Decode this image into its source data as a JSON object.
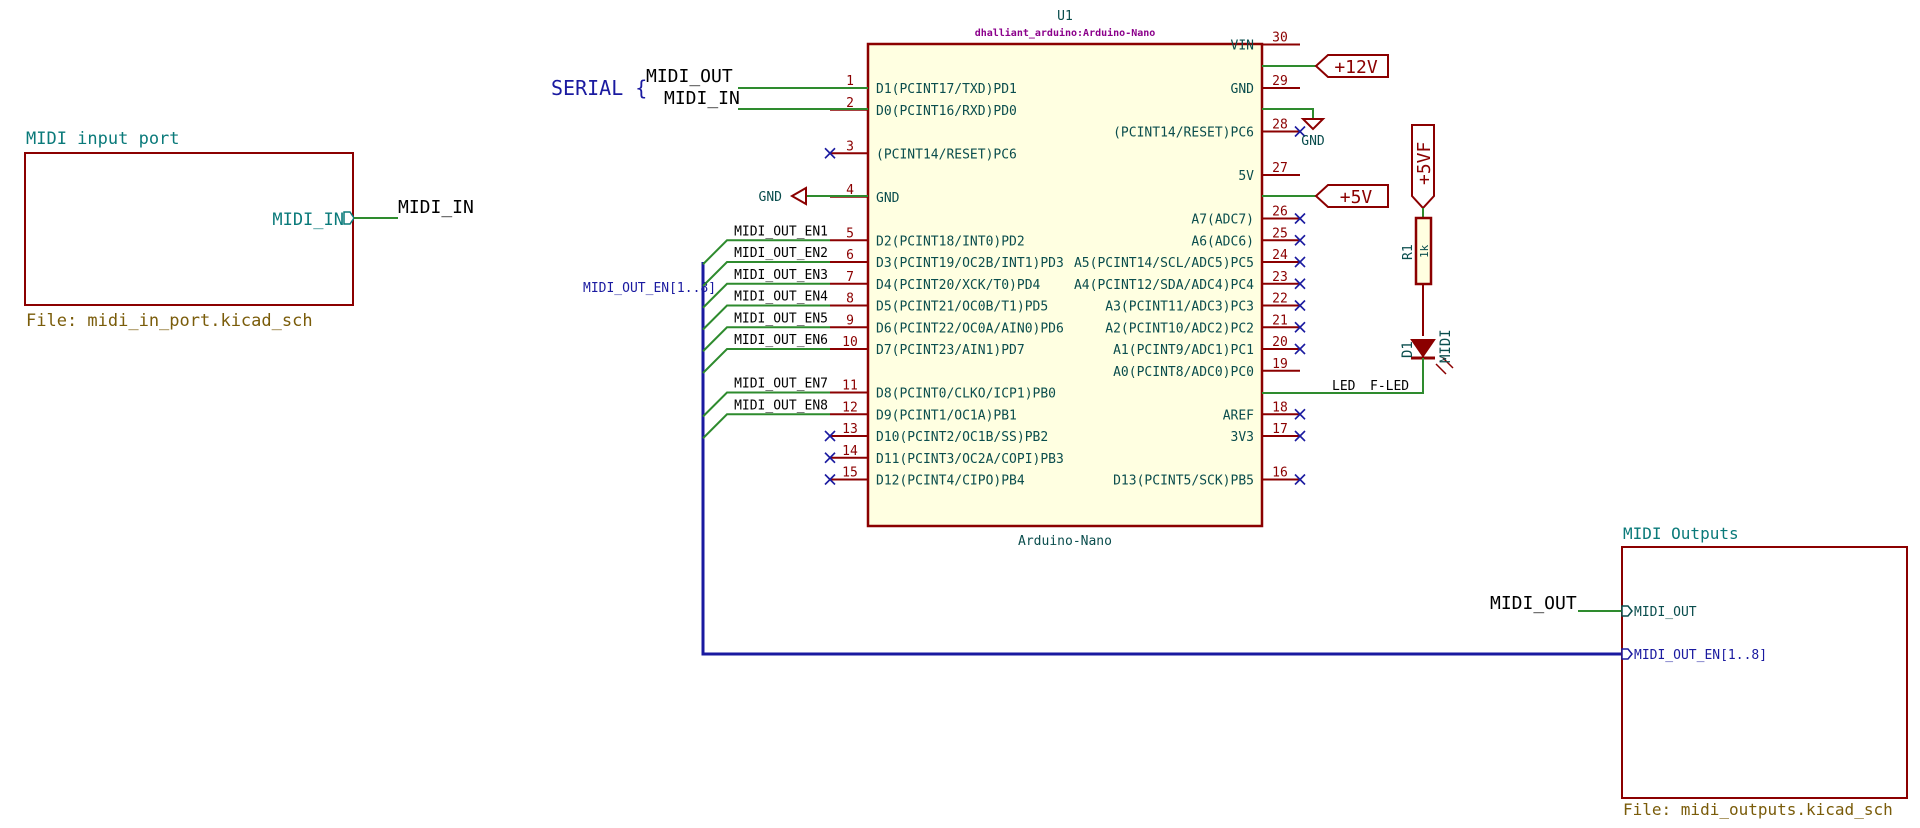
{
  "mcu": {
    "ref": "U1",
    "lib": "dhalliant_arduino:Arduino-Nano",
    "value": "Arduino-Nano",
    "left_pins": [
      {
        "num": "1",
        "name": "D1(PCINT17/TXD)PD1",
        "net": "MIDI_OUT",
        "nc": false
      },
      {
        "num": "2",
        "name": "D0(PCINT16/RXD)PD0",
        "net": "MIDI_IN",
        "nc": false
      },
      {
        "num": "3",
        "name": "(PCINT14/RESET)PC6",
        "net": "",
        "nc": true
      },
      {
        "num": "4",
        "name": "GND",
        "net": "GND",
        "nc": false
      },
      {
        "num": "5",
        "name": "D2(PCINT18/INT0)PD2",
        "net": "MIDI_OUT_EN1",
        "nc": false
      },
      {
        "num": "6",
        "name": "D3(PCINT19/OC2B/INT1)PD3",
        "net": "MIDI_OUT_EN2",
        "nc": false
      },
      {
        "num": "7",
        "name": "D4(PCINT20/XCK/T0)PD4",
        "net": "MIDI_OUT_EN3",
        "nc": false
      },
      {
        "num": "8",
        "name": "D5(PCINT21/OC0B/T1)PD5",
        "net": "MIDI_OUT_EN4",
        "nc": false
      },
      {
        "num": "9",
        "name": "D6(PCINT22/OC0A/AIN0)PD6",
        "net": "MIDI_OUT_EN5",
        "nc": false
      },
      {
        "num": "10",
        "name": "D7(PCINT23/AIN1)PD7",
        "net": "MIDI_OUT_EN6",
        "nc": false
      },
      {
        "num": "11",
        "name": "D8(PCINT0/CLKO/ICP1)PB0",
        "net": "MIDI_OUT_EN7",
        "nc": false
      },
      {
        "num": "12",
        "name": "D9(PCINT1/OC1A)PB1",
        "net": "MIDI_OUT_EN8",
        "nc": false
      },
      {
        "num": "13",
        "name": "D10(PCINT2/OC1B/SS)PB2",
        "net": "",
        "nc": true
      },
      {
        "num": "14",
        "name": "D11(PCINT3/OC2A/COPI)PB3",
        "net": "",
        "nc": true
      },
      {
        "num": "15",
        "name": "D12(PCINT4/CIPO)PB4",
        "net": "",
        "nc": true
      }
    ],
    "right_pins": [
      {
        "num": "30",
        "name": "VIN",
        "net": "+12V",
        "nc": false
      },
      {
        "num": "29",
        "name": "GND",
        "net": "GND",
        "nc": false
      },
      {
        "num": "28",
        "name": "(PCINT14/RESET)PC6",
        "net": "",
        "nc": true
      },
      {
        "num": "27",
        "name": "5V",
        "net": "+5V",
        "nc": false
      },
      {
        "num": "26",
        "name": "A7(ADC7)",
        "net": "",
        "nc": true
      },
      {
        "num": "25",
        "name": "A6(ADC6)",
        "net": "",
        "nc": true
      },
      {
        "num": "24",
        "name": "A5(PCINT14/SCL/ADC5)PC5",
        "net": "",
        "nc": true
      },
      {
        "num": "23",
        "name": "A4(PCINT12/SDA/ADC4)PC4",
        "net": "",
        "nc": true
      },
      {
        "num": "22",
        "name": "A3(PCINT11/ADC3)PC3",
        "net": "",
        "nc": true
      },
      {
        "num": "21",
        "name": "A2(PCINT10/ADC2)PC2",
        "net": "",
        "nc": true
      },
      {
        "num": "20",
        "name": "A1(PCINT9/ADC1)PC1",
        "net": "",
        "nc": true
      },
      {
        "num": "19",
        "name": "A0(PCINT8/ADC0)PC0",
        "net": "LED",
        "nc": false
      },
      {
        "num": "18",
        "name": "AREF",
        "net": "",
        "nc": true
      },
      {
        "num": "17",
        "name": "3V3",
        "net": "",
        "nc": true
      },
      {
        "num": "16",
        "name": "D13(PCINT5/SCK)PB5",
        "net": "",
        "nc": true
      }
    ]
  },
  "serial_label": "SERIAL {",
  "bus_label": "MIDI_OUT_EN[1..8]",
  "power": {
    "v12": "+12V",
    "v5": "+5V",
    "v5f": "+5VF",
    "gnd": "GND"
  },
  "resistor": {
    "ref": "R1",
    "value": "1k"
  },
  "led": {
    "ref": "D1",
    "value": "MIDI",
    "net_label": "F-LED"
  },
  "sheet_in": {
    "title": "MIDI input port",
    "file": "File: midi_in_port.kicad_sch",
    "pin": "MIDI_IN",
    "net": "MIDI_IN"
  },
  "sheet_out": {
    "title": "MIDI Outputs",
    "file": "File: midi_outputs.kicad_sch",
    "pin1": "MIDI_OUT",
    "pin2": "MIDI_OUT_EN[1..8]",
    "net": "MIDI_OUT"
  },
  "colors": {
    "wire": "#2e8b2e",
    "bus": "#1a1aa0",
    "symbol": "#8b0000",
    "pin_name": "#0a4d4d",
    "sheet_title": "#0a7a7a",
    "sheet_file": "#7a5c0a"
  }
}
